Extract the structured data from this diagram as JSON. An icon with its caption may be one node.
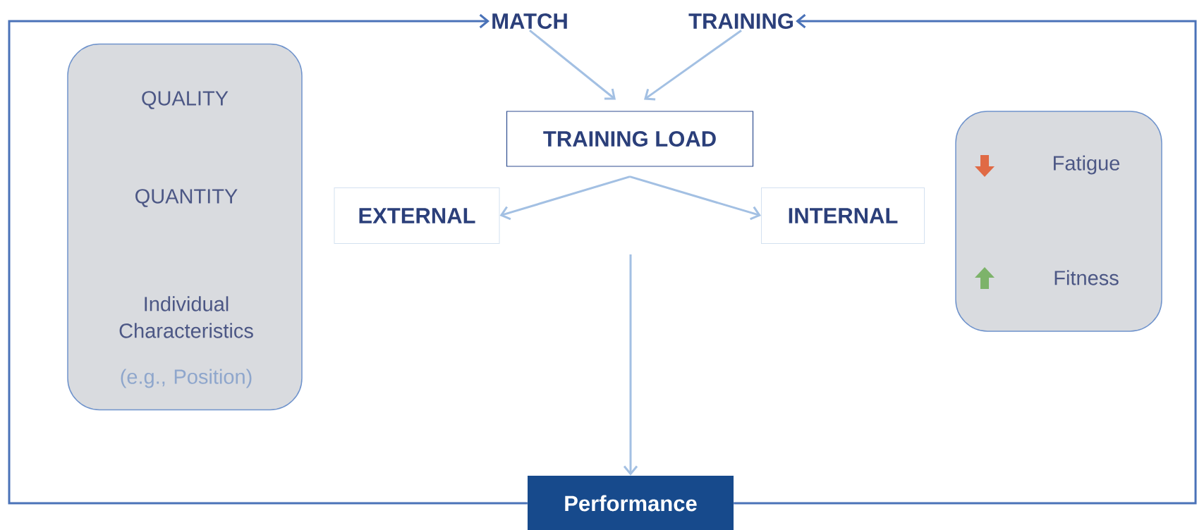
{
  "diagram": {
    "nodes": [
      {
        "text": [
          "MATCH"
        ]
      },
      {
        "text": [
          "TRAINING"
        ]
      },
      {
        "text": [
          "TRAINING LOAD"
        ]
      },
      {
        "text": [
          "EXTERNAL"
        ]
      },
      {
        "text": [
          "INTERNAL"
        ]
      },
      {
        "text": [
          "Performance"
        ]
      },
      {
        "text": [
          "QUALITY",
          "QUANTITY",
          "Individual Characteristics",
          "(e.g., Position)"
        ]
      },
      {
        "text": [
          "Fatigue",
          "Fitness"
        ]
      }
    ],
    "edges": [
      {
        "from": 5,
        "to": 0,
        "arrow": "to",
        "color": "#4a72b8"
      },
      {
        "from": 5,
        "to": 1,
        "arrow": "to",
        "color": "#4a72b8"
      },
      {
        "from": 0,
        "to": 2,
        "arrow": "to"
      },
      {
        "from": 1,
        "to": 2,
        "arrow": "to"
      },
      {
        "from": 2,
        "to": 3,
        "arrow": "to"
      },
      {
        "from": 2,
        "to": 4,
        "arrow": "to"
      },
      {
        "from": null,
        "to": 5,
        "arrow": "to"
      }
    ]
  }
}
